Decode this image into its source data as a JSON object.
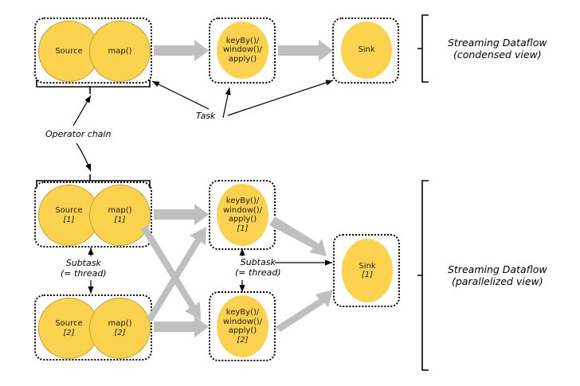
{
  "diagram": {
    "title_top": "Streaming Dataflow\n(condensed view)",
    "title_bottom": "Streaming Dataflow\n(parallelized view)",
    "accent_color": "#FBD24E",
    "arrow_color": "#BFBFBF"
  },
  "condensed": {
    "caption_line1": "Streaming Dataflow",
    "caption_line2": "(condensed view)",
    "nodes": {
      "source": "Source",
      "map": "map()",
      "keyby_l1": "keyBy()/",
      "keyby_l2": "window()/",
      "keyby_l3": "apply()",
      "sink": "Sink"
    },
    "annotations": {
      "operator_chain": "Operator chain",
      "task": "Task"
    }
  },
  "parallelized": {
    "caption_line1": "Streaming Dataflow",
    "caption_line2": "(parallelized view)",
    "nodes": {
      "source1": "Source",
      "source1_idx": "[1]",
      "map1": "map()",
      "map1_idx": "[1]",
      "source2": "Source",
      "source2_idx": "[2]",
      "map2": "map()",
      "map2_idx": "[2]",
      "keyby1_l1": "keyBy()/",
      "keyby1_l2": "window()/",
      "keyby1_l3": "apply()",
      "keyby1_idx": "[1]",
      "keyby2_l1": "keyBy()/",
      "keyby2_l2": "window()/",
      "keyby2_l3": "apply()",
      "keyby2_idx": "[2]",
      "sink1": "Sink",
      "sink1_idx": "[1]"
    },
    "annotations": {
      "subtask_left_l1": "Subtask",
      "subtask_left_l2": "(= thread)",
      "subtask_mid_l1": "Subtask",
      "subtask_mid_l2": "(= thread)"
    }
  }
}
